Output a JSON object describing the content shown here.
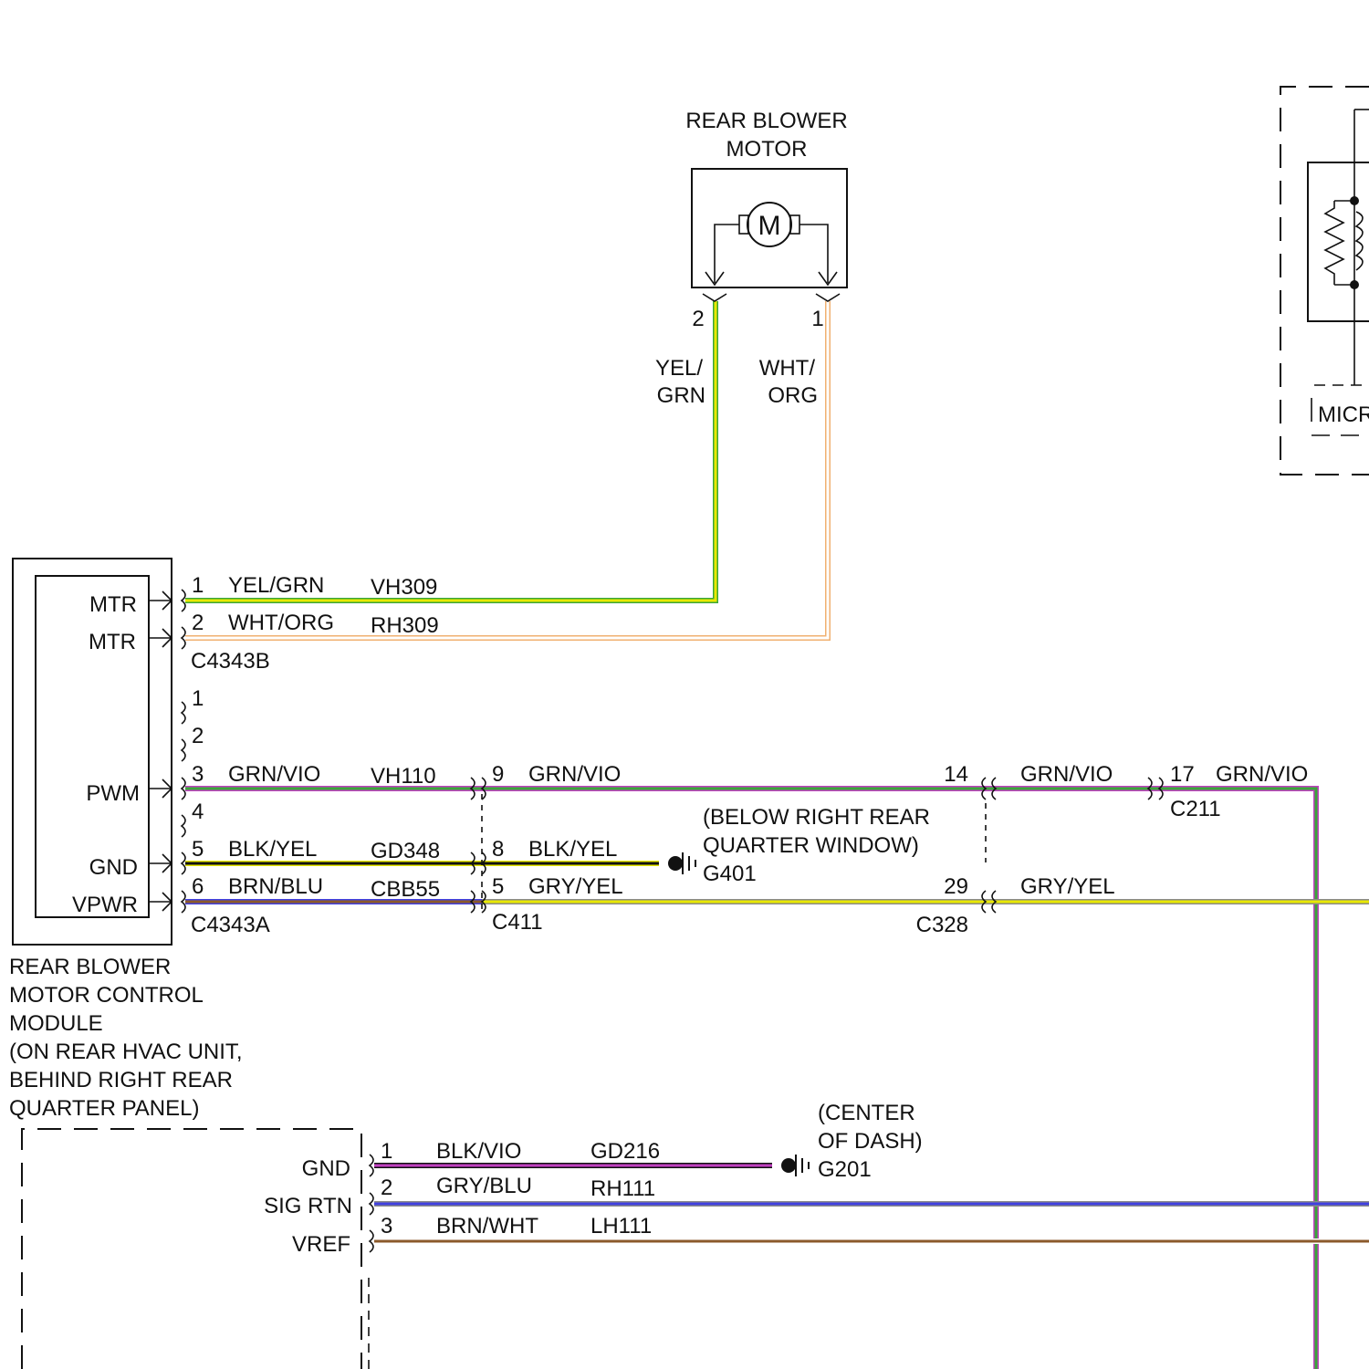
{
  "components": {
    "motor": {
      "title_line1": "REAR BLOWER",
      "title_line2": "MOTOR",
      "symbol": "M",
      "pin_a": "2",
      "pin_b": "1"
    },
    "module": {
      "label_lines": [
        "REAR BLOWER",
        "MOTOR CONTROL",
        "MODULE",
        "(ON REAR HVAC UNIT,",
        "BEHIND RIGHT REAR",
        "QUARTER PANEL)"
      ],
      "pins": {
        "mtr1": "MTR",
        "mtr2": "MTR",
        "pwm": "PWM",
        "gnd": "GND",
        "vpwr": "VPWR"
      }
    },
    "micro": {
      "label": "MICR"
    },
    "lower_module": {
      "pins": {
        "gnd": "GND",
        "sig_rtn": "SIG RTN",
        "vref": "VREF"
      }
    }
  },
  "wire_labels": {
    "motor_left": [
      "YEL/",
      "GRN"
    ],
    "motor_right": [
      "WHT/",
      "ORG"
    ],
    "w1": {
      "pin": "1",
      "color": "YEL/GRN",
      "circuit": "VH309"
    },
    "w2": {
      "pin": "2",
      "color": "WHT/ORG",
      "circuit": "RH309"
    },
    "w3": {
      "pin": "3",
      "color": "GRN/VIO",
      "circuit": "VH110"
    },
    "w5": {
      "pin": "5",
      "color": "BLK/YEL",
      "circuit": "GD348"
    },
    "w6": {
      "pin": "6",
      "color": "BRN/BLU",
      "circuit": "CBB55"
    },
    "c411_9": {
      "pin": "9",
      "color": "GRN/VIO"
    },
    "c411_8": {
      "pin": "8",
      "color": "BLK/YEL"
    },
    "c411_5": {
      "pin": "5",
      "color": "GRY/YEL"
    },
    "c328_14": {
      "pin": "14",
      "color": "GRN/VIO"
    },
    "c328_29": {
      "pin": "29",
      "color": "GRY/YEL"
    },
    "c211_17": {
      "pin": "17",
      "color": "GRN/VIO"
    },
    "l1": {
      "pin": "1",
      "color": "BLK/VIO",
      "circuit": "GD216"
    },
    "l2": {
      "pin": "2",
      "color": "GRY/BLU",
      "circuit": "RH111"
    },
    "l3": {
      "pin": "3",
      "color": "BRN/WHT",
      "circuit": "LH111"
    }
  },
  "connectors": {
    "c4343b": "C4343B",
    "c4343a": "C4343A",
    "c4343a_pin1": "1",
    "c4343a_pin2": "2",
    "c4343a_pin4": "4",
    "c411": "C411",
    "c328": "C328",
    "c211": "C211"
  },
  "grounds": {
    "g401": {
      "id": "G401",
      "location_lines": [
        "(BELOW RIGHT REAR",
        "QUARTER WINDOW)"
      ]
    },
    "g201": {
      "id": "G201",
      "location_lines": [
        "(CENTER",
        "OF DASH)"
      ]
    }
  },
  "colors": {
    "yellow": "#e8e800",
    "green": "#3aa63a",
    "orange": "#f0b070",
    "white": "#ffffff",
    "violet": "#c040c0",
    "black": "#111111",
    "brown": "#8b5a2b",
    "blue": "#4040e0",
    "gray": "#8a8a8a"
  }
}
